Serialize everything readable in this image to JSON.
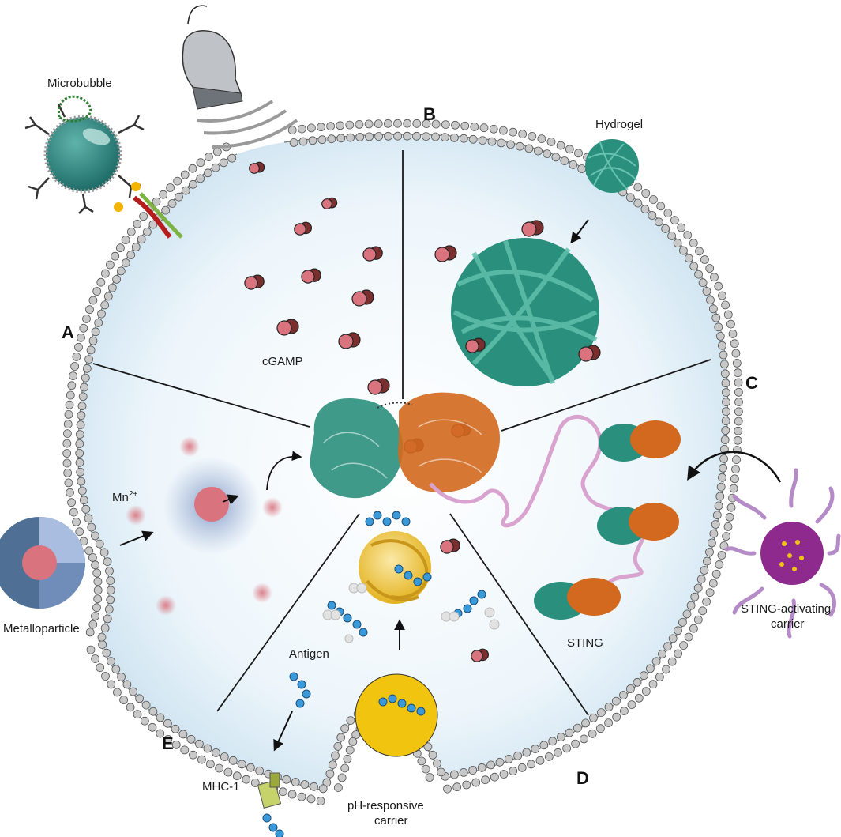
{
  "panels": {
    "a": "A",
    "b": "B",
    "c": "C",
    "d": "D",
    "e": "E"
  },
  "labels": {
    "microbubble": "Microbubble",
    "hydrogel": "Hydrogel",
    "cgamp": "cGAMP",
    "mn": "Mn",
    "mn_sup": "2+",
    "metalloparticle": "Metalloparticle",
    "antigen": "Antigen",
    "mhc": "MHC-1",
    "ph_line1": "pH-responsive",
    "ph_line2": "carrier",
    "sting": "STING",
    "sting_carrier_line1": "STING-activating",
    "sting_carrier_line2": "carrier"
  },
  "colors": {
    "cell_fill": "#dcebf5",
    "membrane_head": "#c8c8c8",
    "membrane_stroke": "#555555",
    "cgamp_dark": "#7a2e2e",
    "cgamp_light": "#d9737e",
    "teal": "#2a8f7d",
    "orange": "#d2691e",
    "pink_tether": "#d9a3cf",
    "purple": "#8e2a8e",
    "gold": "#f1c40f",
    "antigen_blue": "#3a9ad9",
    "mn_pink": "#d9737e",
    "metal_blue": "#5b7fa8"
  },
  "icons": {
    "ultrasound": "ultrasound-probe-icon",
    "microbubble": "microbubble-icon",
    "hydrogel": "hydrogel-sphere-icon",
    "metalloparticle": "metalloparticle-icon",
    "carrier": "sting-carrier-icon",
    "ph_carrier": "ph-carrier-icon"
  }
}
